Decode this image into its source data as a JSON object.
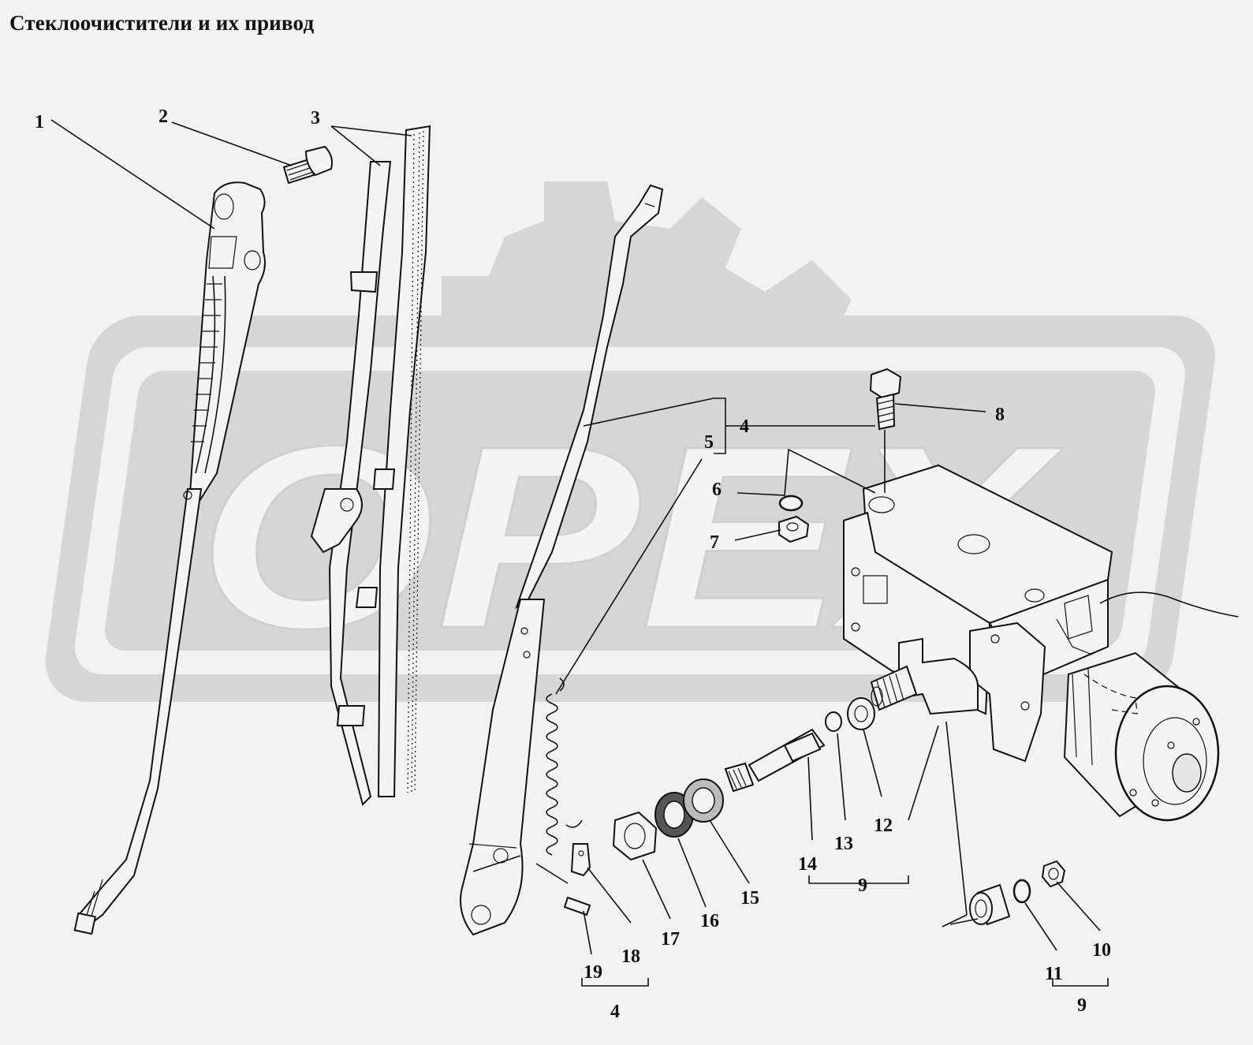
{
  "title": "Стеклоочистители и их привод",
  "watermark": {
    "text": "ОРЕХ",
    "color": "#d4d4d4"
  },
  "callouts": [
    {
      "id": "c1",
      "text": "1"
    },
    {
      "id": "c2",
      "text": "2"
    },
    {
      "id": "c3",
      "text": "3"
    },
    {
      "id": "c4a",
      "text": "4"
    },
    {
      "id": "c5",
      "text": "5"
    },
    {
      "id": "c6",
      "text": "6"
    },
    {
      "id": "c7",
      "text": "7"
    },
    {
      "id": "c8",
      "text": "8"
    },
    {
      "id": "c9a",
      "text": "9"
    },
    {
      "id": "c9b",
      "text": "9"
    },
    {
      "id": "c10",
      "text": "10"
    },
    {
      "id": "c11",
      "text": "11"
    },
    {
      "id": "c12",
      "text": "12"
    },
    {
      "id": "c13",
      "text": "13"
    },
    {
      "id": "c14",
      "text": "14"
    },
    {
      "id": "c15",
      "text": "15"
    },
    {
      "id": "c16",
      "text": "16"
    },
    {
      "id": "c17",
      "text": "17"
    },
    {
      "id": "c18",
      "text": "18"
    },
    {
      "id": "c19",
      "text": "19"
    },
    {
      "id": "c4b",
      "text": "4"
    }
  ]
}
